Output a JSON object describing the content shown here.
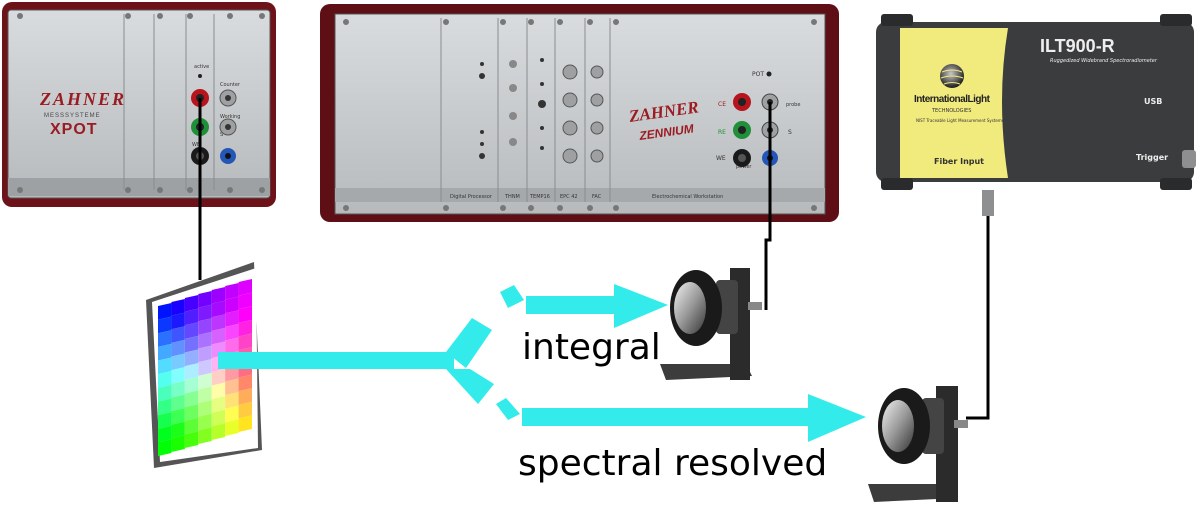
{
  "devices": {
    "xpot": {
      "brand": "ZAHNER",
      "sub": "MESSSYSTEME",
      "model": "XPOT",
      "slot_labels": [
        "active",
        "Counter",
        "Working",
        "S",
        "WE"
      ]
    },
    "zennium": {
      "brand": "ZAHNER",
      "model": "ZENNIUM",
      "slot_labels": [
        "Digital Processor",
        "THNM",
        "TEMP16",
        "EPC 42",
        "FAC",
        "Electrochemical Workstation"
      ],
      "port_labels": [
        "POT",
        "CE",
        "RE",
        "WE",
        "probe",
        "S",
        "power"
      ]
    },
    "spectrometer": {
      "brand": "InternationalLight",
      "brand_sub": "TECHNOLOGIES",
      "tagline": "NIST Traceable Light Measurement Systems",
      "model": "ILT900-R",
      "model_sub": "Ruggedized Widebrand Spectroradiometer",
      "usb": "USB",
      "fiber_input": "Fiber Input",
      "trigger": "Trigger"
    }
  },
  "labels": {
    "integral": "integral",
    "spectral": "spectral resolved"
  },
  "colors": {
    "beam": "#33ebeb",
    "enclosure": "#7a1620",
    "panel": "#c9ccce",
    "spectro_yellow": "#f1ea7c",
    "spectro_body": "#3a3c3d"
  }
}
